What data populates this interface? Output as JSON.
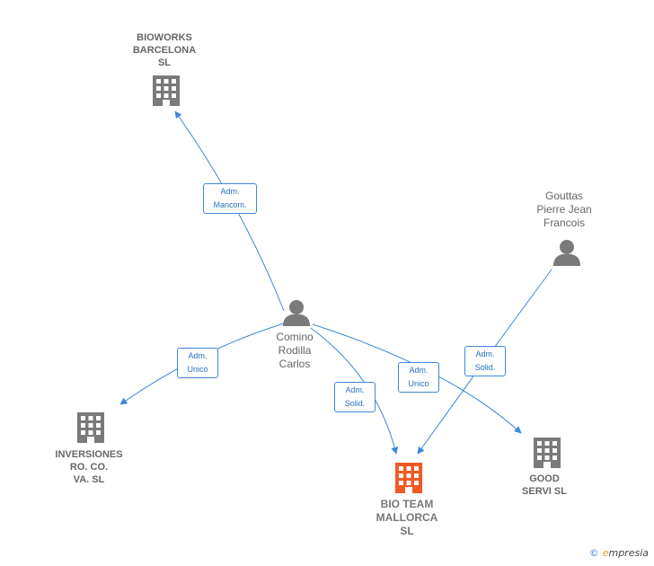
{
  "colors": {
    "edge": "#3f87d8",
    "company": "#7a7a7a",
    "main_company": "#ef5a24",
    "person": "#7a7a7a"
  },
  "nodes": {
    "bioworks": {
      "label": [
        "BIOWORKS",
        "BARCELONA",
        "SL"
      ],
      "icon": "building-icon"
    },
    "gouttas": {
      "label": [
        "Gouttas",
        "Pierre Jean",
        "Francois"
      ],
      "icon": "person-icon"
    },
    "comino": {
      "label": [
        "Comino",
        "Rodilla",
        "Carlos"
      ],
      "icon": "person-icon"
    },
    "inversiones": {
      "label": [
        "INVERSIONES",
        "RO.  CO.",
        "VA. SL"
      ],
      "icon": "building-icon"
    },
    "biotem": {
      "label": [
        "BIO TEAM",
        "MALLORCA",
        "SL"
      ],
      "icon": "building-icon"
    },
    "good": {
      "label": [
        "GOOD",
        "SERVI SL"
      ],
      "icon": "building-icon"
    }
  },
  "edges": {
    "comino_bioworks": {
      "label": [
        "Adm.",
        "Mancom."
      ]
    },
    "comino_inversiones": {
      "label": [
        "Adm.",
        "Unico"
      ]
    },
    "comino_biotem": {
      "label": [
        "Adm.",
        "Solid."
      ]
    },
    "comino_good": {
      "label": [
        "Adm.",
        "Unico"
      ]
    },
    "gouttas_biotem": {
      "label": [
        "Adm.",
        "Solid."
      ]
    }
  },
  "footer": {
    "copyright": "©",
    "brand_initial": "e",
    "brand_rest": "mpresia"
  }
}
